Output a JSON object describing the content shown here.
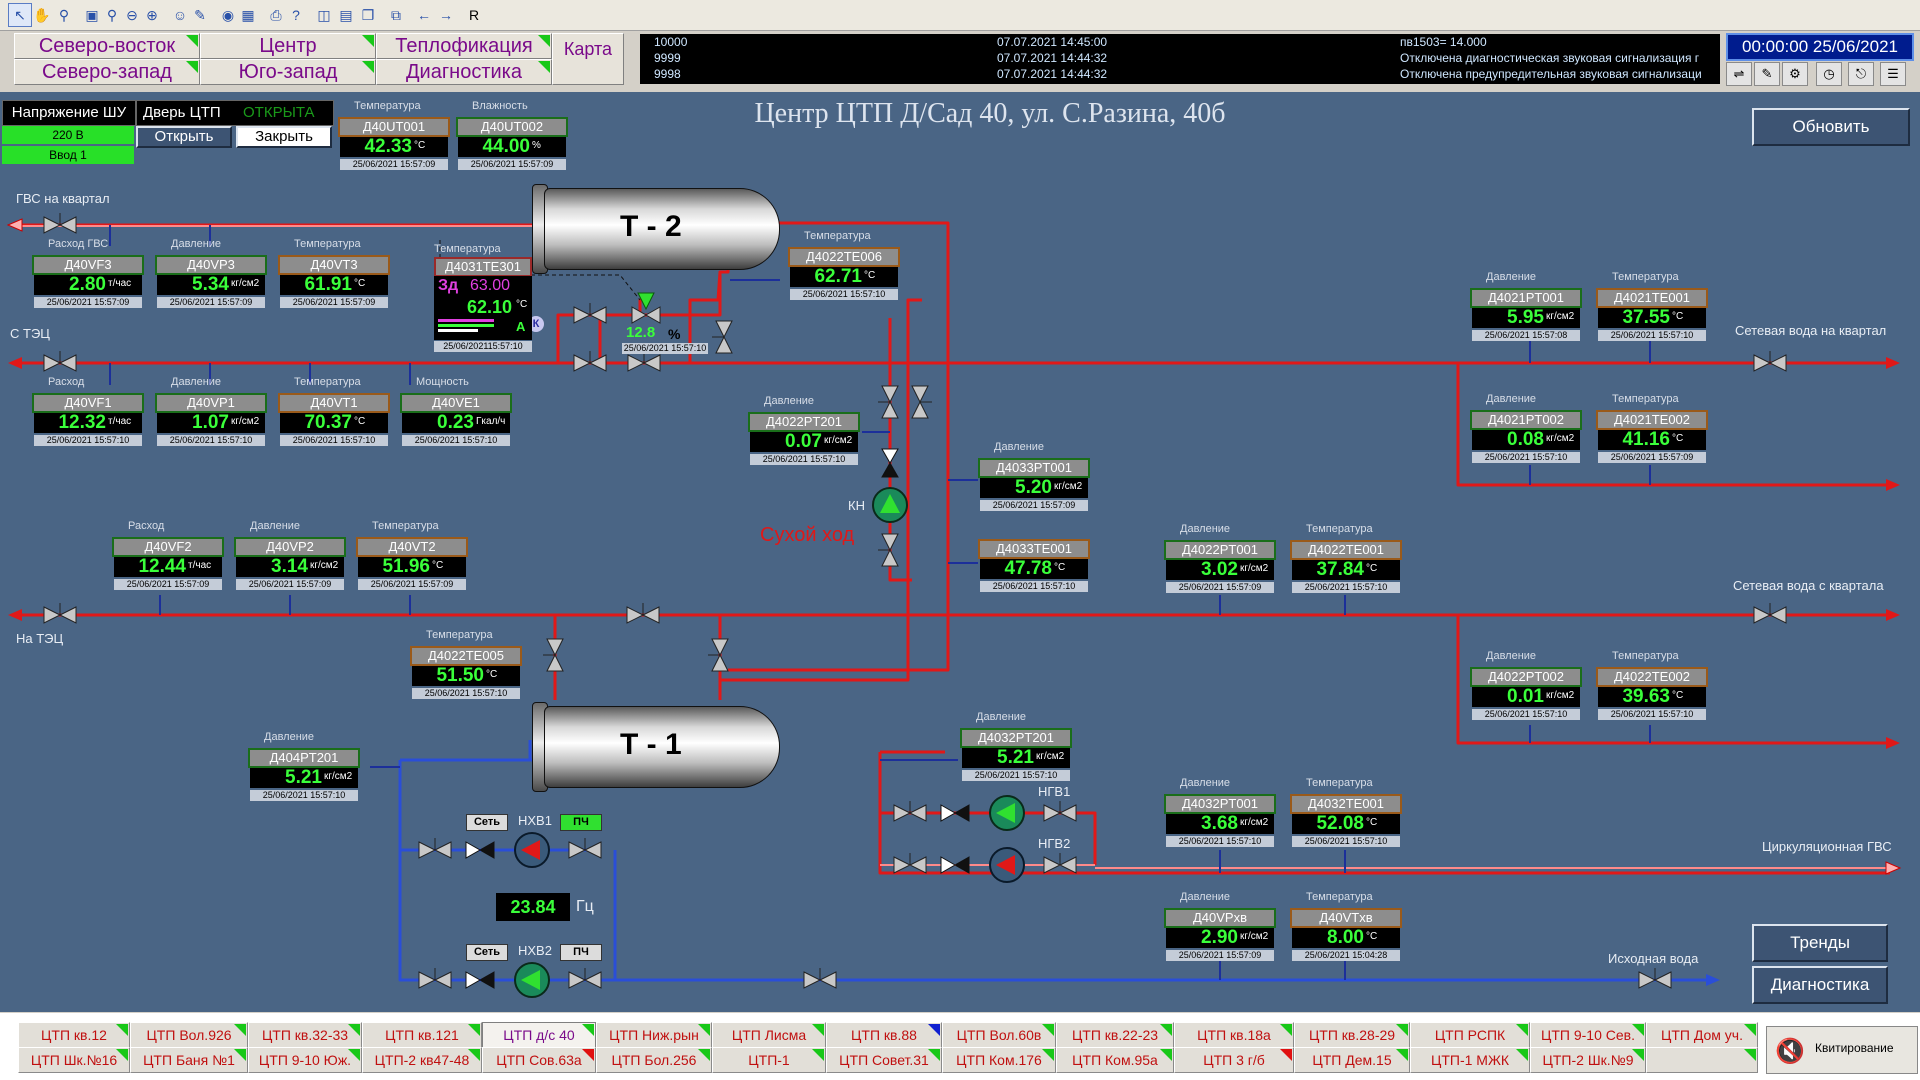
{
  "toolbar": {
    "tools": [
      "cursor-icon",
      "hand-icon",
      "magnify-icon",
      "zoom-fit-icon",
      "zoom-window-icon",
      "zoom-out-icon",
      "zoom-in-icon",
      "users-icon",
      "user-edit-icon",
      "binoculars-icon",
      "grid-icon",
      "printer-icon",
      "help-icon",
      "layout1-icon",
      "layout2-icon",
      "layout3-icon",
      "windows-icon",
      "back-icon",
      "forward-icon"
    ],
    "r_label": "R"
  },
  "nav": {
    "row1": [
      "Северо-восток",
      "Центр",
      "Теплофикация"
    ],
    "row2": [
      "Северо-запад",
      "Юго-запад",
      "Диагностика"
    ],
    "map": "Карта"
  },
  "events": {
    "rows": [
      {
        "id": "10000",
        "time": "07.07.2021 14:45:00",
        "text": "пв1503=  14.000"
      },
      {
        "id": "9999",
        "time": "07.07.2021 14:44:32",
        "text": "Отключена диагностическая звуковая сигнализация г"
      },
      {
        "id": "9998",
        "time": "07.07.2021 14:44:32",
        "text": "Отключена предупредительная звуковая сигнализаци"
      }
    ]
  },
  "clock": "00:00:00  25/06/2021",
  "title": "Центр ЦТП Д/Сад 40, ул. С.Разина, 40б",
  "refresh": "Обновить",
  "trends": "Тренды",
  "diagnostics": "Диагностика",
  "panel": {
    "voltage_label": "Напряжение ШУ",
    "voltage_value": "220 В",
    "input_value": "Ввод 1",
    "door_label": "Дверь ЦТП",
    "door_state": "ОТКРЫТА",
    "open": "Открыть",
    "close": "Закрыть"
  },
  "labels": {
    "gvs_kvartal": "ГВС на квартал",
    "s_tec": "С ТЭЦ",
    "na_tec": "На ТЭЦ",
    "set_na_kvartal": "Сетевая вода на квартал",
    "set_s_kvartala": "Сетевая вода с квартала",
    "circ_gvs": "Циркуляционная ГВС",
    "iskh_voda": "Исходная вода",
    "suhoy_hod": "Сухой ход",
    "kn": "КН",
    "t2": "Т - 2",
    "t1": "Т - 1",
    "hvb1": "НХВ1",
    "hvb2": "НХВ2",
    "ngv1": "НГВ1",
    "ngv2": "НГВ2",
    "set": "Сеть",
    "pch": "ПЧ",
    "hz_value": "23.84",
    "hz_unit": "Гц",
    "valve_pct": "12.8",
    "valve_pct_unit": "%",
    "k_badge": "К"
  },
  "te301": {
    "header": "Температура",
    "name": "Д4031TE301",
    "sp_label": "Зд",
    "sp": "63.00",
    "pv": "62.10",
    "unit": "°С",
    "mode": "А",
    "ts": "25/06/202115:57:10"
  },
  "valve_ts": "25/06/2021 15:57:10",
  "tags": [
    {
      "id": "ut001",
      "h": "Температура",
      "n": "Д40UT001",
      "v": "42.33",
      "u": "°С",
      "ts": "25/06/2021 15:57:09",
      "t": 1
    },
    {
      "id": "ut002",
      "h": "Влажность",
      "n": "Д40UT002",
      "v": "44.00",
      "u": "%",
      "ts": "25/06/2021 15:57:09",
      "t": 0
    },
    {
      "id": "vf3",
      "h": "Расход ГВС",
      "n": "Д40VF3",
      "v": "2.80",
      "u": "т/час",
      "ts": "25/06/2021 15:57:09",
      "t": 0
    },
    {
      "id": "vp3",
      "h": "Давление",
      "n": "Д40VP3",
      "v": "5.34",
      "u": "кг/см2",
      "ts": "25/06/2021 15:57:09",
      "t": 0
    },
    {
      "id": "vt3",
      "h": "Температура",
      "n": "Д40VT3",
      "v": "61.91",
      "u": "°С",
      "ts": "25/06/2021 15:57:09",
      "t": 1
    },
    {
      "id": "te006",
      "h": "Температура",
      "n": "Д4022TE006",
      "v": "62.71",
      "u": "°С",
      "ts": "25/06/2021 15:57:10",
      "t": 1
    },
    {
      "id": "vf1",
      "h": "Расход",
      "n": "Д40VF1",
      "v": "12.32",
      "u": "т/час",
      "ts": "25/06/2021 15:57:10",
      "t": 0
    },
    {
      "id": "vp1",
      "h": "Давление",
      "n": "Д40VP1",
      "v": "1.07",
      "u": "кг/см2",
      "ts": "25/06/2021 15:57:10",
      "t": 0
    },
    {
      "id": "vt1",
      "h": "Температура",
      "n": "Д40VT1",
      "v": "70.37",
      "u": "°С",
      "ts": "25/06/2021 15:57:10",
      "t": 1
    },
    {
      "id": "ve1",
      "h": "Мощность",
      "n": "Д40VE1",
      "v": "0.23",
      "u": "Гкал/ч",
      "ts": "25/06/2021 15:57:10",
      "t": 0
    },
    {
      "id": "pt201",
      "h": "Давление",
      "n": "Д4022PT201",
      "v": "0.07",
      "u": "кг/см2",
      "ts": "25/06/2021 15:57:10",
      "t": 0
    },
    {
      "id": "pt001_33",
      "h": "Давление",
      "n": "Д4033PT001",
      "v": "5.20",
      "u": "кг/см2",
      "ts": "25/06/2021 15:57:09",
      "t": 0
    },
    {
      "id": "te001_33",
      "h": "",
      "n": "Д4033TE001",
      "v": "47.78",
      "u": "°С",
      "ts": "25/06/2021 15:57:10",
      "t": 1
    },
    {
      "id": "vf2",
      "h": "Расход",
      "n": "Д40VF2",
      "v": "12.44",
      "u": "т/час",
      "ts": "25/06/2021 15:57:09",
      "t": 0
    },
    {
      "id": "vp2",
      "h": "Давление",
      "n": "Д40VP2",
      "v": "3.14",
      "u": "кг/см2",
      "ts": "25/06/2021 15:57:09",
      "t": 0
    },
    {
      "id": "vt2",
      "h": "Температура",
      "n": "Д40VT2",
      "v": "51.96",
      "u": "°С",
      "ts": "25/06/2021 15:57:09",
      "t": 1
    },
    {
      "id": "te005",
      "h": "Температура",
      "n": "Д4022TE005",
      "v": "51.50",
      "u": "°С",
      "ts": "25/06/2021 15:57:10",
      "t": 1
    },
    {
      "id": "pt201_40",
      "h": "Давление",
      "n": "Д404PT201",
      "v": "5.21",
      "u": "кг/см2",
      "ts": "25/06/2021 15:57:10",
      "t": 0
    },
    {
      "id": "pt201_32",
      "h": "Давление",
      "n": "Д4032PT201",
      "v": "5.21",
      "u": "кг/см2",
      "ts": "25/06/2021 15:57:10",
      "t": 0
    },
    {
      "id": "pt001_21",
      "h": "Давление",
      "n": "Д4021PT001",
      "v": "5.95",
      "u": "кг/см2",
      "ts": "25/06/2021 15:57:08",
      "t": 0
    },
    {
      "id": "te001_21",
      "h": "Температура",
      "n": "Д4021TE001",
      "v": "37.55",
      "u": "°С",
      "ts": "25/06/2021 15:57:10",
      "t": 1
    },
    {
      "id": "pt002_21",
      "h": "Давление",
      "n": "Д4021PT002",
      "v": "0.08",
      "u": "кг/см2",
      "ts": "25/06/2021 15:57:10",
      "t": 0
    },
    {
      "id": "te002_21",
      "h": "Температура",
      "n": "Д4021TE002",
      "v": "41.16",
      "u": "°С",
      "ts": "25/06/2021 15:57:09",
      "t": 1
    },
    {
      "id": "pt001_22",
      "h": "Давление",
      "n": "Д4022PT001",
      "v": "3.02",
      "u": "кг/см2",
      "ts": "25/06/2021 15:57:09",
      "t": 0
    },
    {
      "id": "te001_22",
      "h": "Температура",
      "n": "Д4022TE001",
      "v": "37.84",
      "u": "°С",
      "ts": "25/06/2021 15:57:10",
      "t": 1
    },
    {
      "id": "pt002_22",
      "h": "Давление",
      "n": "Д4022PT002",
      "v": "0.01",
      "u": "кг/см2",
      "ts": "25/06/2021 15:57:10",
      "t": 0
    },
    {
      "id": "te002_22",
      "h": "Температура",
      "n": "Д4022TE002",
      "v": "39.63",
      "u": "°С",
      "ts": "25/06/2021 15:57:10",
      "t": 1
    },
    {
      "id": "pt001_32",
      "h": "Давление",
      "n": "Д4032PT001",
      "v": "3.68",
      "u": "кг/см2",
      "ts": "25/06/2021 15:57:10",
      "t": 0
    },
    {
      "id": "te001_32",
      "h": "Температура",
      "n": "Д4032TE001",
      "v": "52.08",
      "u": "°С",
      "ts": "25/06/2021 15:57:10",
      "t": 1
    },
    {
      "id": "vpxb",
      "h": "Давление",
      "n": "Д40VPхв",
      "v": "2.90",
      "u": "кг/см2",
      "ts": "25/06/2021 15:57:09",
      "t": 0
    },
    {
      "id": "vtxb",
      "h": "Температура",
      "n": "Д40VTхв",
      "v": "8.00",
      "u": "°С",
      "ts": "25/06/2021 15:04:28",
      "t": 1
    }
  ],
  "bottom": {
    "row1": [
      {
        "l": "ЦТП кв.12",
        "f": "g"
      },
      {
        "l": "ЦТП Вол.926",
        "f": "g"
      },
      {
        "l": "ЦТП кв.32-33",
        "f": "g"
      },
      {
        "l": "ЦТП кв.121",
        "f": "g"
      },
      {
        "l": "ЦТП д/с 40",
        "f": "g",
        "active": true
      },
      {
        "l": "ЦТП Ниж.рын",
        "f": "g"
      },
      {
        "l": "ЦТП Лисма",
        "f": "g"
      },
      {
        "l": "ЦТП кв.88",
        "f": "b"
      },
      {
        "l": "ЦТП Вол.60в",
        "f": "g"
      },
      {
        "l": "ЦТП кв.22-23",
        "f": "g"
      },
      {
        "l": "ЦТП кв.18а",
        "f": "g"
      },
      {
        "l": "ЦТП кв.28-29",
        "f": "g"
      },
      {
        "l": "ЦТП РСПК",
        "f": "g"
      },
      {
        "l": "ЦТП 9-10 Сев.",
        "f": "g"
      },
      {
        "l": "ЦТП Дом уч.",
        "f": "g"
      }
    ],
    "row2": [
      {
        "l": "ЦТП Шк.№16",
        "f": "g"
      },
      {
        "l": "ЦТП Баня №1",
        "f": "g"
      },
      {
        "l": "ЦТП 9-10 Юж.",
        "f": "g"
      },
      {
        "l": "ЦТП-2 кв47-48",
        "f": "g"
      },
      {
        "l": "ЦТП Сов.63а",
        "f": "r"
      },
      {
        "l": "ЦТП Бол.256",
        "f": "g"
      },
      {
        "l": "ЦТП-1",
        "f": "g"
      },
      {
        "l": "ЦТП Совет.31",
        "f": "g"
      },
      {
        "l": "ЦТП Ком.176",
        "f": "g"
      },
      {
        "l": "ЦТП Ком.95а",
        "f": "g"
      },
      {
        "l": "ЦТП 3 г/б",
        "f": "r"
      },
      {
        "l": "ЦТП Дем.15",
        "f": "g"
      },
      {
        "l": "ЦТП-1 МЖК",
        "f": "g"
      },
      {
        "l": "ЦТП-2 Шк.№9",
        "f": "g"
      },
      {
        "l": "",
        "f": "none"
      }
    ],
    "ack": "Квитирование"
  },
  "colors": {
    "canvas": "#4a6585",
    "hot_pipe": "#e01818",
    "cold_pipe": "#2a4ed8",
    "value_green": "#3aff3a"
  }
}
